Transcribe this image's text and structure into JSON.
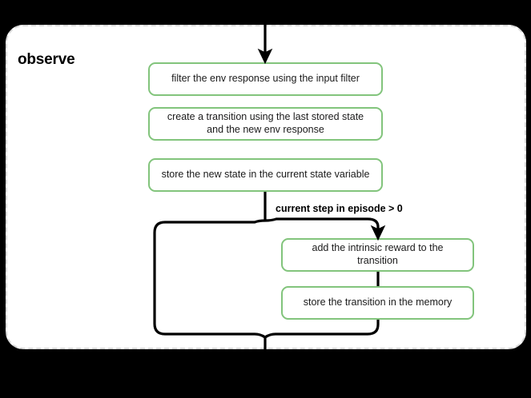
{
  "diagram": {
    "type": "flowchart",
    "group": {
      "title": "observe",
      "border_style": "dashed",
      "border_color": "#d9d9d9",
      "background": "#ffffff"
    },
    "page_background": "#000000",
    "node_border_color": "#82c47c",
    "edge_color": "#000000",
    "nodes": [
      {
        "id": "filter",
        "label": "filter the env response using the input filter"
      },
      {
        "id": "create",
        "label": "create a transition using the last stored state and the new env response"
      },
      {
        "id": "store_state",
        "label": "store the new state in the current state variable"
      },
      {
        "id": "intrinsic",
        "label": "add the intrinsic reward to the transition"
      },
      {
        "id": "store_memory",
        "label": "store the transition in the memory"
      }
    ],
    "edges": [
      {
        "from": "entry",
        "to": "filter",
        "label": ""
      },
      {
        "from": "store_state",
        "to": "intrinsic",
        "label": "current step in episode > 0"
      },
      {
        "from": "store_state",
        "to": "exit",
        "label": ""
      },
      {
        "from": "store_memory",
        "to": "exit",
        "label": ""
      }
    ],
    "branch_label": "current step in episode > 0"
  }
}
